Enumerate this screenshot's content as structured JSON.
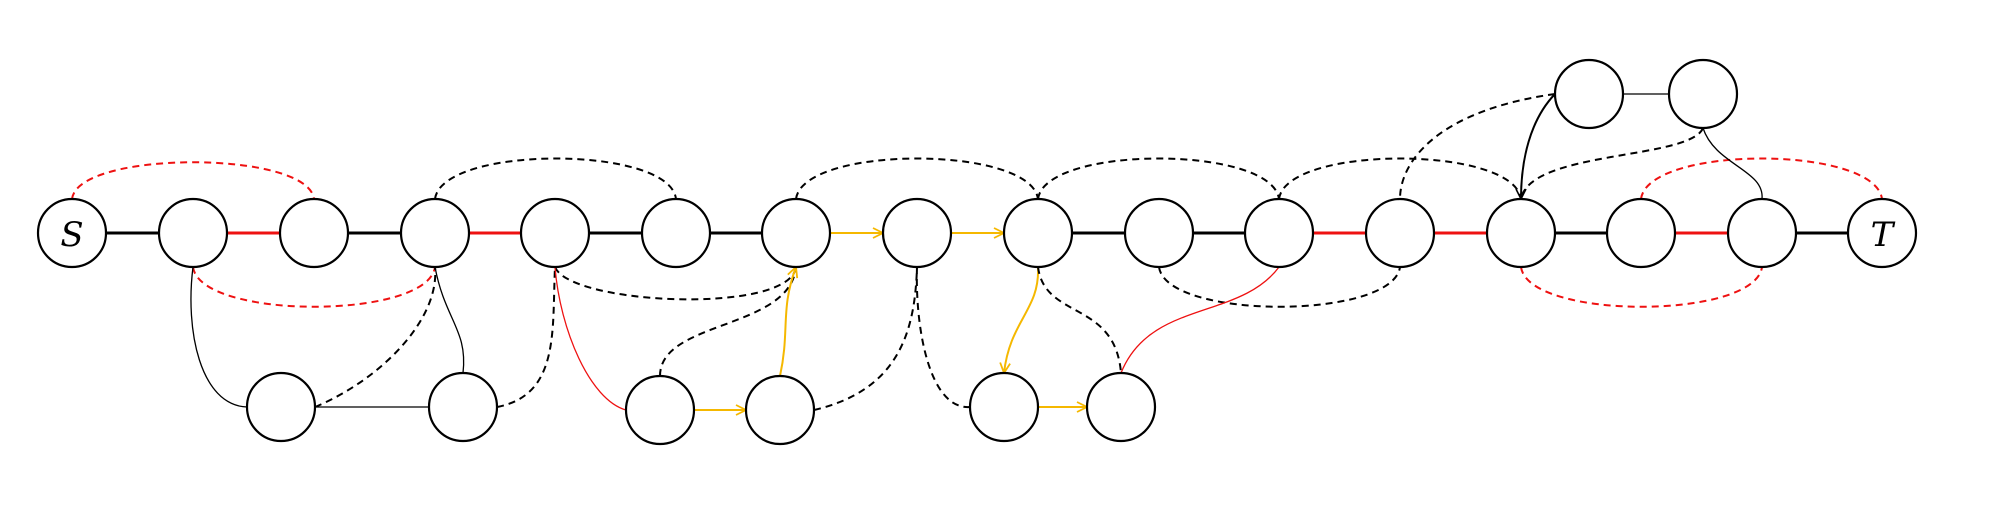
{
  "colors": {
    "black": "#000000",
    "red": "#ee1111",
    "yellow": "#f5b800",
    "node_fill": "#ffffff"
  },
  "nodes": [
    {
      "id": "s",
      "label": "S"
    },
    {
      "id": "m1",
      "label": ""
    },
    {
      "id": "m2",
      "label": ""
    },
    {
      "id": "m3",
      "label": ""
    },
    {
      "id": "m4",
      "label": ""
    },
    {
      "id": "m5",
      "label": ""
    },
    {
      "id": "m6",
      "label": ""
    },
    {
      "id": "m7",
      "label": ""
    },
    {
      "id": "m8",
      "label": ""
    },
    {
      "id": "m9",
      "label": ""
    },
    {
      "id": "m10",
      "label": ""
    },
    {
      "id": "m11",
      "label": ""
    },
    {
      "id": "m12",
      "label": ""
    },
    {
      "id": "m13",
      "label": ""
    },
    {
      "id": "m14",
      "label": ""
    },
    {
      "id": "t",
      "label": "T"
    },
    {
      "id": "b1",
      "label": ""
    },
    {
      "id": "b2",
      "label": ""
    },
    {
      "id": "b3",
      "label": ""
    },
    {
      "id": "b4",
      "label": ""
    },
    {
      "id": "b5",
      "label": ""
    },
    {
      "id": "b6",
      "label": ""
    },
    {
      "id": "u1",
      "label": ""
    },
    {
      "id": "u2",
      "label": ""
    }
  ],
  "edges": [
    {
      "from": "s",
      "to": "m1",
      "color": "black",
      "style": "solid"
    },
    {
      "from": "m1",
      "to": "m2",
      "color": "red",
      "style": "solid"
    },
    {
      "from": "m2",
      "to": "m3",
      "color": "black",
      "style": "solid"
    },
    {
      "from": "m3",
      "to": "m4",
      "color": "red",
      "style": "solid"
    },
    {
      "from": "m4",
      "to": "m5",
      "color": "black",
      "style": "solid"
    },
    {
      "from": "m5",
      "to": "m6",
      "color": "black",
      "style": "solid"
    },
    {
      "from": "m6",
      "to": "m7",
      "color": "yellow",
      "style": "arrow"
    },
    {
      "from": "m7",
      "to": "m8",
      "color": "yellow",
      "style": "arrow"
    },
    {
      "from": "m8",
      "to": "m9",
      "color": "black",
      "style": "solid"
    },
    {
      "from": "m9",
      "to": "m10",
      "color": "black",
      "style": "solid"
    },
    {
      "from": "m10",
      "to": "m11",
      "color": "red",
      "style": "solid"
    },
    {
      "from": "m11",
      "to": "m12",
      "color": "red",
      "style": "solid"
    },
    {
      "from": "m12",
      "to": "m13",
      "color": "black",
      "style": "solid"
    },
    {
      "from": "m13",
      "to": "m14",
      "color": "red",
      "style": "solid"
    },
    {
      "from": "m14",
      "to": "t",
      "color": "black",
      "style": "solid"
    },
    {
      "from": "s",
      "to": "m2",
      "color": "red",
      "style": "dashed"
    },
    {
      "from": "m1",
      "to": "m3",
      "color": "red",
      "style": "dashed"
    },
    {
      "from": "m3",
      "to": "m5",
      "color": "black",
      "style": "dashed"
    },
    {
      "from": "m4",
      "to": "m6",
      "color": "black",
      "style": "dashed"
    },
    {
      "from": "m6",
      "to": "m8",
      "color": "black",
      "style": "dashed"
    },
    {
      "from": "m8",
      "to": "m10",
      "color": "black",
      "style": "dashed"
    },
    {
      "from": "m9",
      "to": "m11",
      "color": "black",
      "style": "dashed"
    },
    {
      "from": "m10",
      "to": "m12",
      "color": "black",
      "style": "dashed"
    },
    {
      "from": "m12",
      "to": "m14",
      "color": "red",
      "style": "dashed"
    },
    {
      "from": "m13",
      "to": "t",
      "color": "red",
      "style": "dashed"
    },
    {
      "from": "m1",
      "to": "b1",
      "color": "black",
      "style": "thin"
    },
    {
      "from": "b1",
      "to": "b2",
      "color": "black",
      "style": "thin"
    },
    {
      "from": "b1",
      "to": "m3",
      "color": "black",
      "style": "dashed"
    },
    {
      "from": "m3",
      "to": "b2",
      "color": "black",
      "style": "thin"
    },
    {
      "from": "b2",
      "to": "m4",
      "color": "black",
      "style": "dashed"
    },
    {
      "from": "m4",
      "to": "b3",
      "color": "red",
      "style": "thin"
    },
    {
      "from": "b3",
      "to": "b4",
      "color": "yellow",
      "style": "arrow"
    },
    {
      "from": "b3",
      "to": "m6",
      "color": "black",
      "style": "dashed"
    },
    {
      "from": "b4",
      "to": "m6",
      "color": "yellow",
      "style": "arrow"
    },
    {
      "from": "b4",
      "to": "m7",
      "color": "black",
      "style": "dashed"
    },
    {
      "from": "m7",
      "to": "b5",
      "color": "black",
      "style": "dashed"
    },
    {
      "from": "m8",
      "to": "b5",
      "color": "yellow",
      "style": "arrow"
    },
    {
      "from": "b5",
      "to": "b6",
      "color": "yellow",
      "style": "arrow"
    },
    {
      "from": "m8",
      "to": "b6",
      "color": "black",
      "style": "dashed"
    },
    {
      "from": "b6",
      "to": "m10",
      "color": "red",
      "style": "thin"
    },
    {
      "from": "u1",
      "to": "u2",
      "color": "black",
      "style": "thin"
    },
    {
      "from": "u1",
      "to": "m11",
      "color": "black",
      "style": "dashed"
    },
    {
      "from": "u1",
      "to": "m12",
      "color": "black",
      "style": "arrow"
    },
    {
      "from": "u2",
      "to": "m12",
      "color": "black",
      "style": "dashed"
    },
    {
      "from": "u2",
      "to": "m14",
      "color": "black",
      "style": "thin"
    }
  ]
}
